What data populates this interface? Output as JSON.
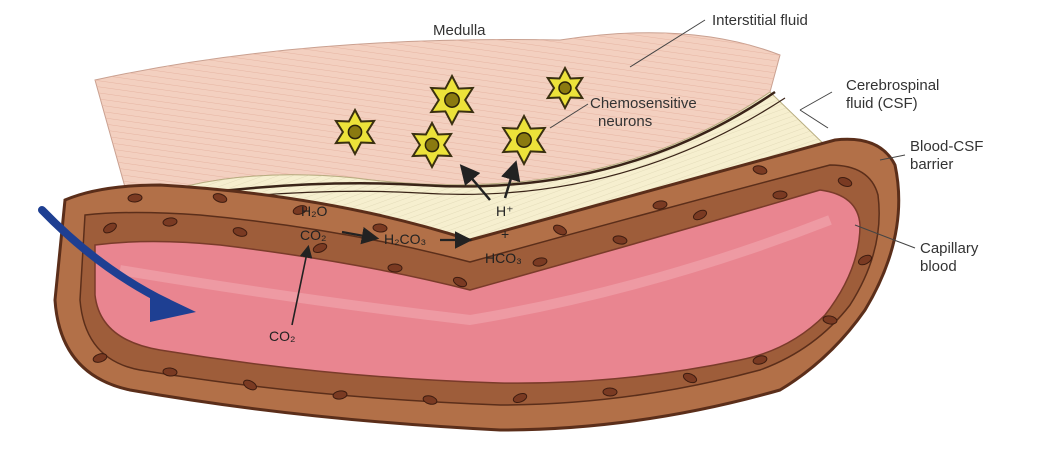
{
  "labels": {
    "medulla": "Medulla",
    "interstitial_fluid": "Interstitial fluid",
    "csf_line1": "Cerebrospinal",
    "csf_line2": "fluid (CSF)",
    "chemosensitive_line1": "Chemosensitive",
    "chemosensitive_line2": "neurons",
    "barrier_line1": "Blood-CSF",
    "barrier_line2": "barrier",
    "capillary_line1": "Capillary",
    "capillary_line2": "blood"
  },
  "chemistry": {
    "h2o": "H₂O",
    "co2_csf": "CO₂",
    "h2co3": "H₂CO₃",
    "h_plus": "H⁺",
    "plus": "+",
    "hco3": "HCO₃",
    "co2_blood": "CO₂"
  },
  "colors": {
    "medulla_fill": "#f3d0c0",
    "csf_fill": "#f6efcf",
    "vessel_wall": "#b27048",
    "vessel_wall_dark": "#5b2e1a",
    "blood_fill": "#e98590",
    "neuron_fill": "#ece23a",
    "flow_arrow": "#1e3f92"
  }
}
